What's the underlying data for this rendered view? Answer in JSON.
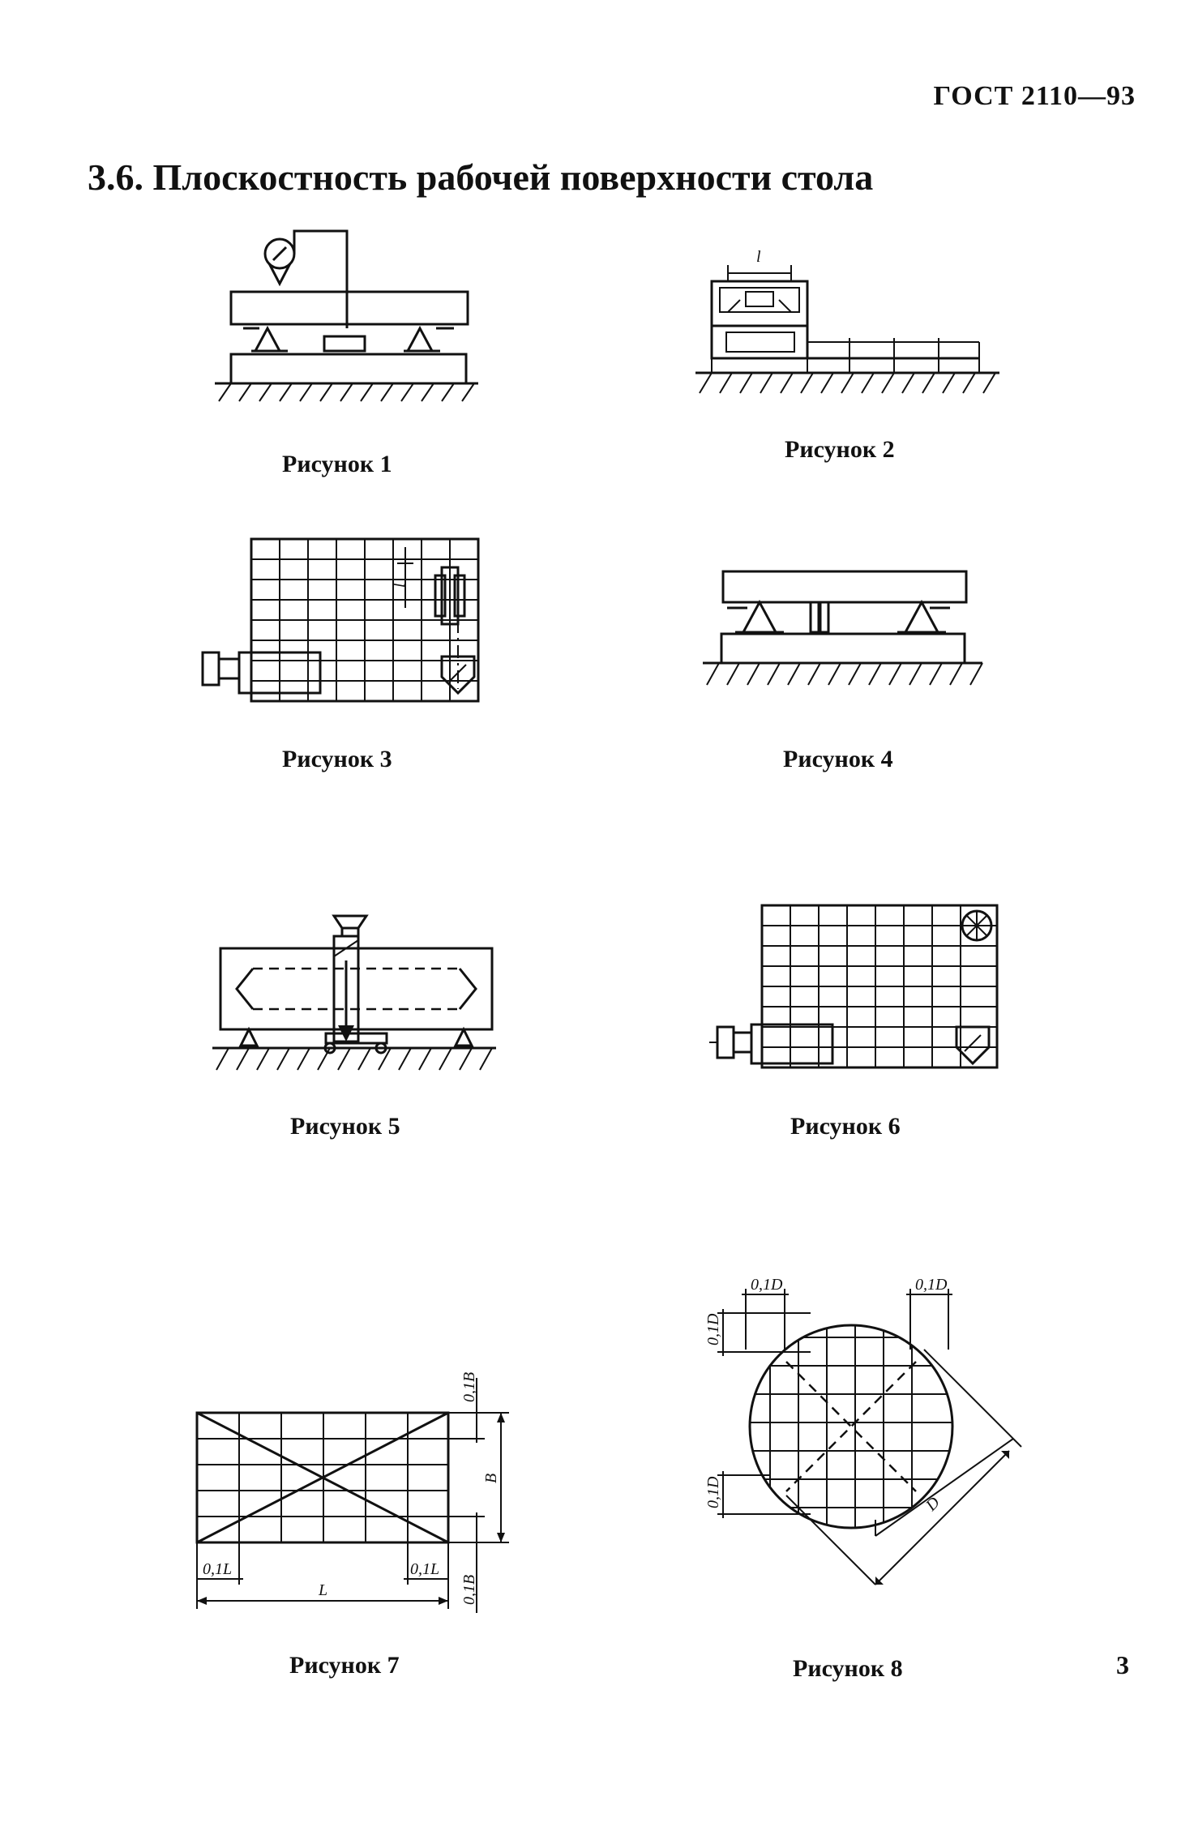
{
  "header": {
    "standard": "ГОСТ 2110—93"
  },
  "section": {
    "title": "3.6. Плоскостность рабочей поверхности стола"
  },
  "figures": [
    {
      "caption": "Рисунок 1"
    },
    {
      "caption": "Рисунок 2",
      "labels": {
        "l": "l"
      }
    },
    {
      "caption": "Рисунок 3",
      "labels": {
        "l": "l"
      }
    },
    {
      "caption": "Рисунок 4"
    },
    {
      "caption": "Рисунок 5"
    },
    {
      "caption": "Рисунок 6"
    },
    {
      "caption": "Рисунок 7",
      "labels": {
        "B": "B",
        "L": "L",
        "b01": "0,1B",
        "l01": "0,1L"
      }
    },
    {
      "caption": "Рисунок 8",
      "labels": {
        "D": "D",
        "d01": "0,1D"
      }
    }
  ],
  "page": {
    "number": "3"
  }
}
